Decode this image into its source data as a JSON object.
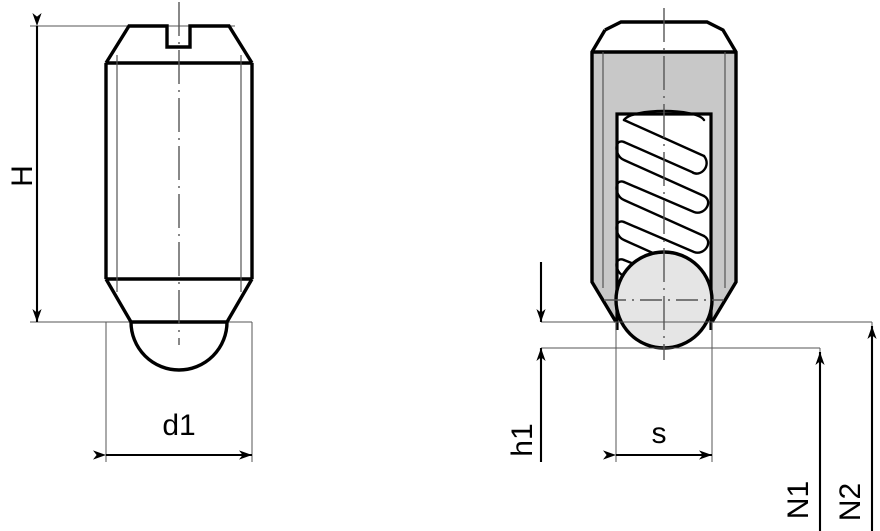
{
  "drawing": {
    "title": "Spring plunger technical drawing",
    "background_color": "#ffffff",
    "line_color": "#000000",
    "body_fill_color": "#c8c8c8",
    "ball_fill_color": "#e5e5e5",
    "centerline_color": "#555555"
  },
  "views": {
    "left": {
      "name": "external-view",
      "description": "Slotted spring plunger external elevation"
    },
    "right": {
      "name": "section-view",
      "description": "Sectioned spring plunger showing spring and ball"
    }
  },
  "dimensions": {
    "h": {
      "label": "H",
      "rotated": true
    },
    "d1": {
      "label": "d1",
      "rotated": false
    },
    "h1": {
      "label": "h1",
      "rotated": true
    },
    "s": {
      "label": "s",
      "rotated": false
    },
    "n1": {
      "label": "N1",
      "rotated": true
    },
    "n2": {
      "label": "N2",
      "rotated": true
    }
  }
}
